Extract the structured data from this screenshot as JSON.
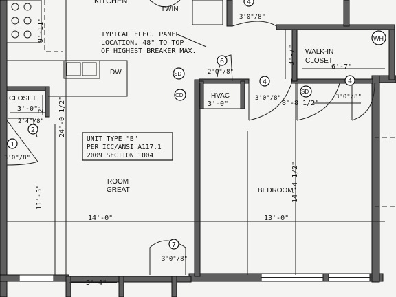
{
  "rooms": {
    "kitchen": "KITCHEN",
    "closet_left": "CLOSET",
    "walk_in_1": "WALK-IN",
    "walk_in_2": "CLOSET",
    "hvac": "HVAC",
    "room_1": "ROOM",
    "room_2": "GREAT",
    "bedroom": "BEDROOM"
  },
  "appliances": {
    "twin": "TWIN",
    "dw": "DW",
    "wh": "WH"
  },
  "symbols": {
    "sd": "SD",
    "cd": "CD"
  },
  "note_panel": [
    "TYPICAL ELEC. PANEL",
    "LOCATION. 48\" TO TOP",
    "OF HIGHEST BREAKER MAX."
  ],
  "unit_box": [
    "UNIT TYPE \"B\"",
    "PER ICC/ANSI A117.1",
    "2009 SECTION 1004"
  ],
  "dimensions": {
    "walkin_width": "6'-7\"",
    "walkin_depth": "3'-7\"",
    "closet_width": "3'-0\"",
    "closet_depth": "2'",
    "great_depth": "24'-0 1/2\"",
    "kitchen_depth": "9'-11\"",
    "lower_left": "11'-5\"",
    "great_width": "14'-0\"",
    "bedroom_width": "13'-0\"",
    "bedroom_depth": "14'-4 1/2\"",
    "hall_width": "8'-8 1/2\"",
    "hvac_width": "3'-0\"",
    "bottom_stub": "3'-4\""
  },
  "doors": [
    {
      "tag": "1",
      "size": "3'0\"/8\""
    },
    {
      "tag": "2",
      "size": "2'4\"/8\""
    },
    {
      "tag": "4",
      "size": "3'0\"/8\""
    },
    {
      "tag": "4",
      "size": "3'0\"/8\""
    },
    {
      "tag": "4",
      "size": "3'0\"/8\""
    },
    {
      "tag": "6",
      "size": "2'0\"/8\""
    },
    {
      "tag": "7",
      "size": "3'0\"/8\""
    }
  ]
}
